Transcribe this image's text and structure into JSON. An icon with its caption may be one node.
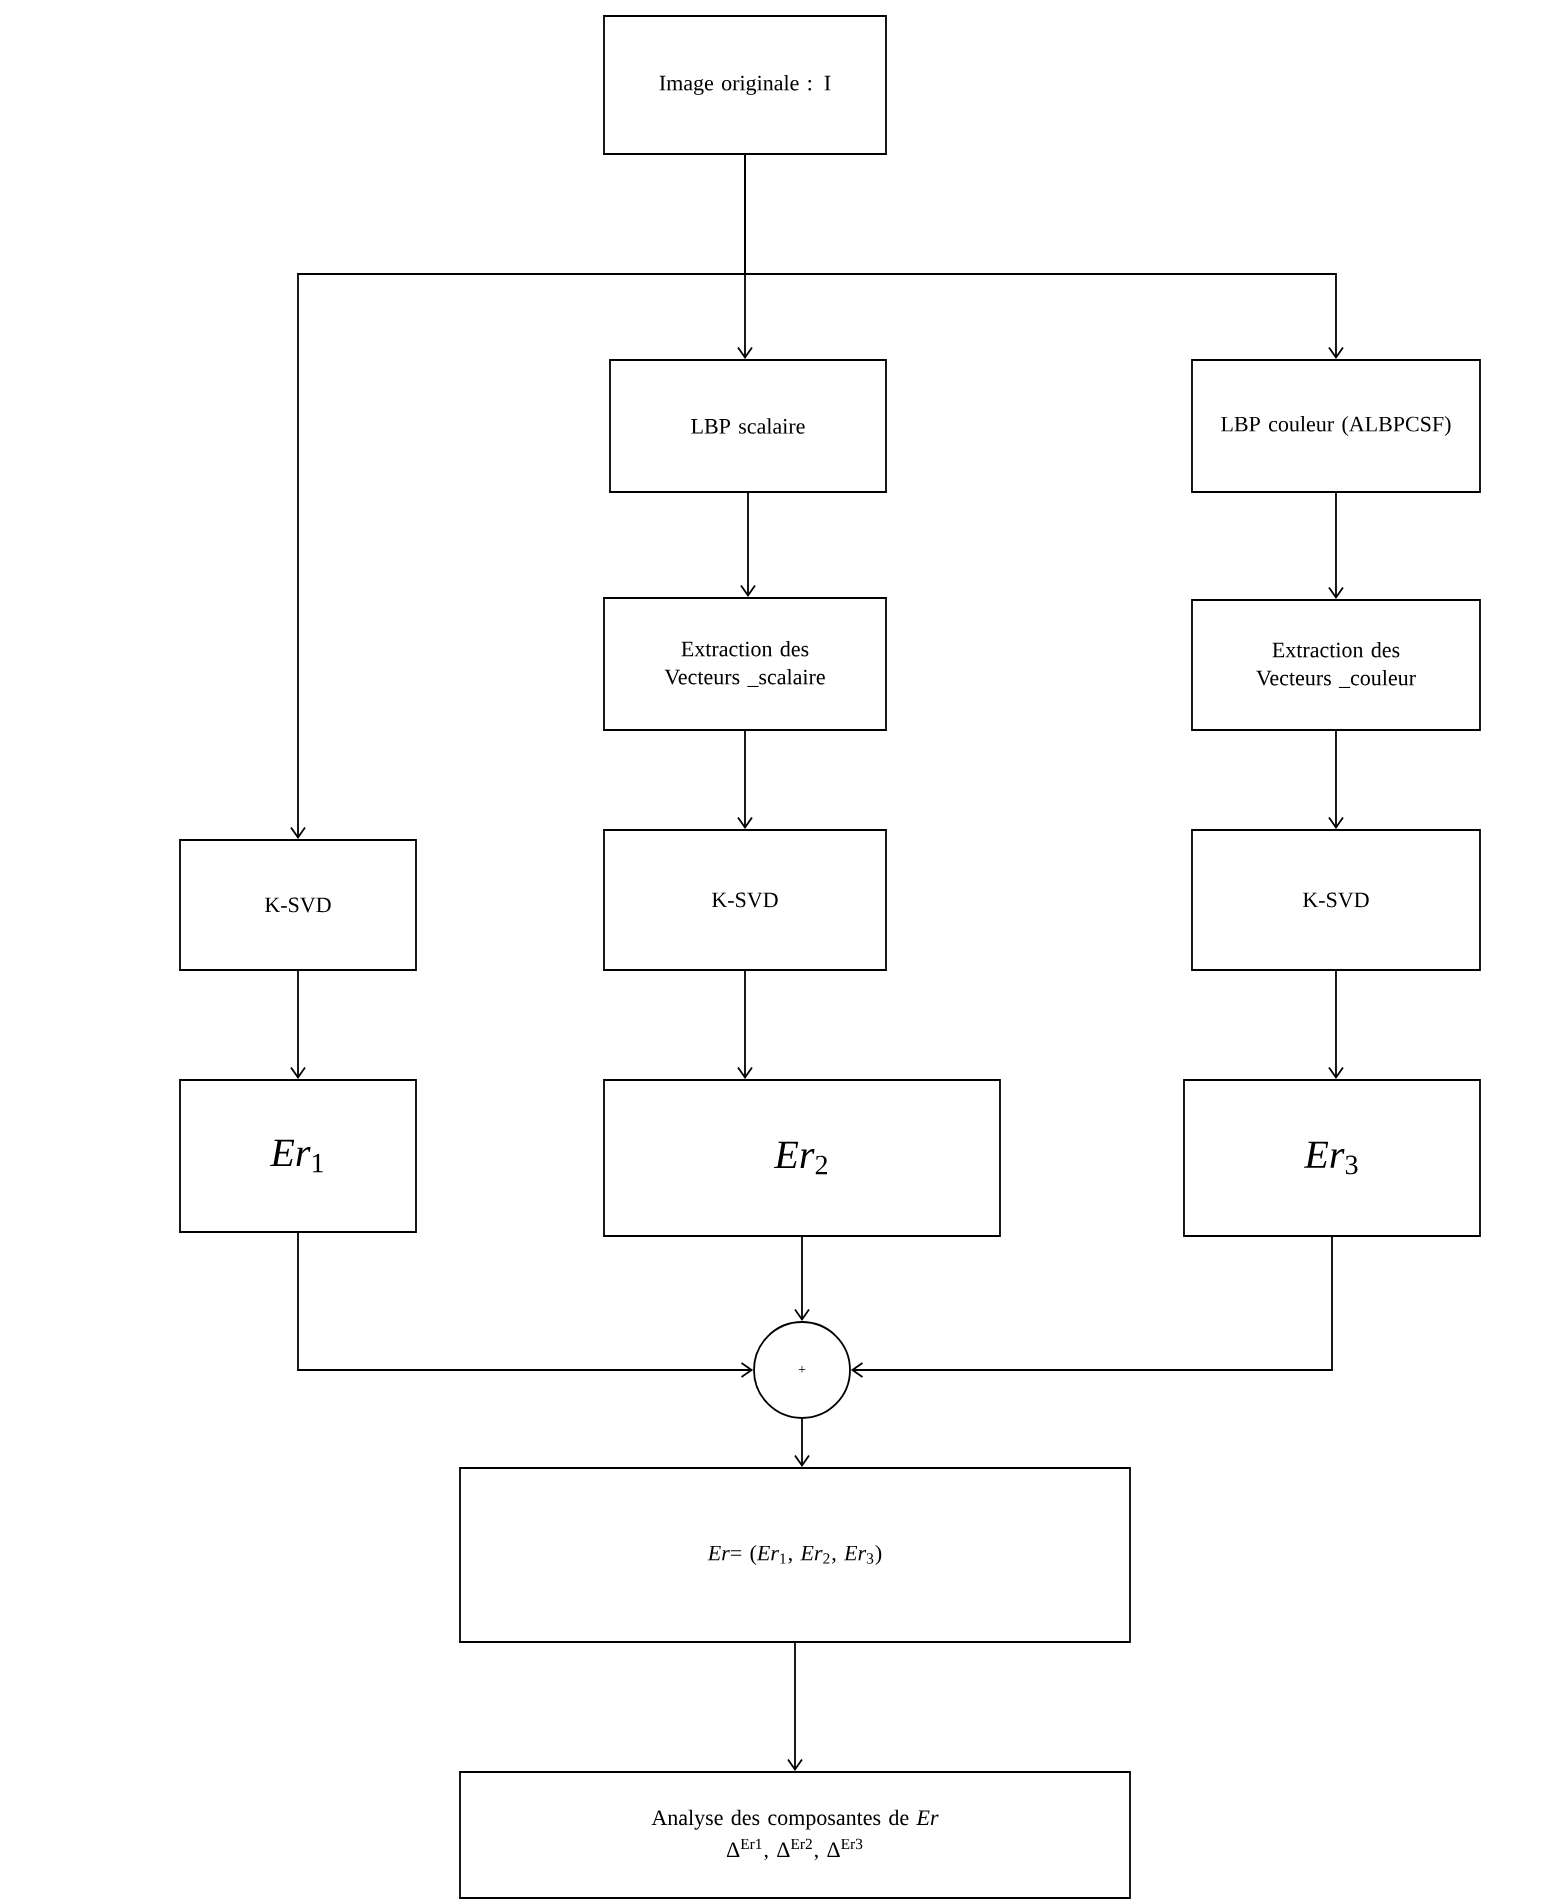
{
  "diagram": {
    "nodes": [
      {
        "text": [
          "Image originale : I"
        ]
      },
      {
        "text": [
          "LBP scalaire"
        ]
      },
      {
        "text": [
          "LBP couleur (ALBPCSF)"
        ]
      },
      {
        "text": [
          "Extraction des Vecteurs _scalaire"
        ]
      },
      {
        "text": [
          "Extraction des Vecteurs _couleur"
        ]
      },
      {
        "text": [
          "K-SVD"
        ]
      },
      {
        "text": [
          "K-SVD"
        ]
      },
      {
        "text": [
          "K-SVD"
        ]
      },
      {
        "text": [
          "*Er*$_{1}$"
        ]
      },
      {
        "text": [
          "*Er*$_{2}$"
        ]
      },
      {
        "text": [
          "*Er*$_{3}$"
        ]
      },
      {
        "text": [
          "+"
        ]
      },
      {
        "text": [
          "*Er*= (*Er*$_{1}$, *Er*$_{2}$, *Er*$_{3}$)"
        ]
      },
      {
        "text": [
          "Analyse des composantes de *Er*",
          "Δ$^{Er1}$, Δ$^{Er2}$, Δ$^{Er3}$"
        ]
      }
    ],
    "edges": [
      {
        "from": 0,
        "to": 5,
        "arrow": "to"
      },
      {
        "from": 0,
        "to": 1,
        "arrow": "to"
      },
      {
        "from": 0,
        "to": 2,
        "arrow": "to"
      },
      {
        "from": 1,
        "to": 3,
        "arrow": "to"
      },
      {
        "from": 2,
        "to": 4,
        "arrow": "to"
      },
      {
        "from": 3,
        "to": 6,
        "arrow": "to"
      },
      {
        "from": 4,
        "to": 7,
        "arrow": "to"
      },
      {
        "from": 5,
        "to": 8,
        "arrow": "to"
      },
      {
        "from": 6,
        "to": 9,
        "arrow": "to"
      },
      {
        "from": 7,
        "to": 10,
        "arrow": "to"
      },
      {
        "from": 8,
        "to": 11,
        "arrow": "to"
      },
      {
        "from": 9,
        "to": 11,
        "arrow": "to"
      },
      {
        "from": 10,
        "to": 11,
        "arrow": "to"
      },
      {
        "from": 11,
        "to": 12,
        "arrow": "to"
      },
      {
        "from": 12,
        "to": 13,
        "arrow": "to"
      }
    ]
  }
}
